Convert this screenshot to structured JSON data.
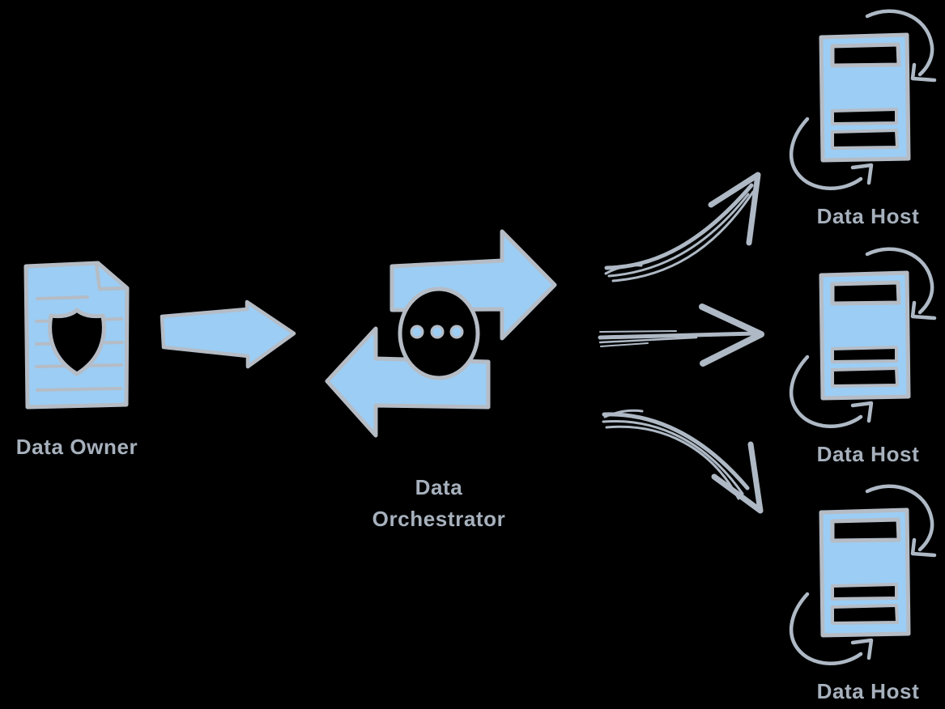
{
  "diagram": {
    "background_color": "#000000",
    "colors": {
      "background": "#000000",
      "node_fill": "#9ccdf4",
      "outline": "#b5bcc5",
      "arrow": "#aeb9c5",
      "text": "#a7b1bd"
    },
    "nodes": {
      "data_owner": {
        "label": "Data Owner",
        "icon": "shield-document-icon"
      },
      "data_orchestrator": {
        "label": "Data Orchestrator",
        "icon": "exchange-arrows-message-icon"
      },
      "data_hosts": [
        {
          "label": "Data Host",
          "icon": "server-sync-icon"
        },
        {
          "label": "Data Host",
          "icon": "server-sync-icon"
        },
        {
          "label": "Data Host",
          "icon": "server-sync-icon"
        }
      ]
    },
    "edges": [
      {
        "from": "data_owner",
        "to": "data_orchestrator",
        "style": "blue-block-arrow"
      },
      {
        "from": "data_orchestrator",
        "to": "data_hosts.0",
        "style": "sketchy-curved-arrow-up"
      },
      {
        "from": "data_orchestrator",
        "to": "data_hosts.1",
        "style": "sketchy-straight-arrow"
      },
      {
        "from": "data_orchestrator",
        "to": "data_hosts.2",
        "style": "sketchy-curved-arrow-down"
      }
    ]
  }
}
